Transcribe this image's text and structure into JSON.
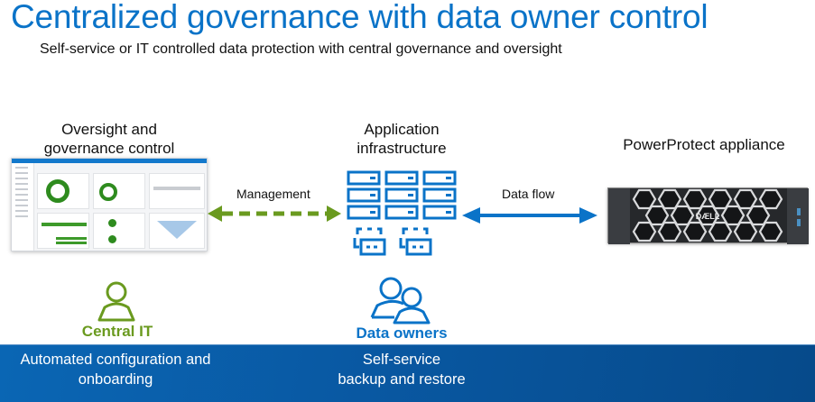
{
  "header": {
    "title": "Centralized governance with data owner control",
    "subtitle": "Self-service or IT controlled data protection with central governance and oversight"
  },
  "columns": {
    "oversight": {
      "line1": "Oversight and",
      "line2": "governance control"
    },
    "application": {
      "line1": "Application",
      "line2": "infrastructure"
    },
    "appliance": {
      "label": "PowerProtect appliance"
    }
  },
  "arrows": {
    "management": {
      "label": "Management",
      "style": "dashed",
      "color": "#6a9a1f"
    },
    "data_flow": {
      "label": "Data flow",
      "style": "solid",
      "color": "#0a73c8"
    }
  },
  "roles": {
    "central_it": {
      "label": "Central IT",
      "color": "#6a9a1f",
      "icon": "person-icon"
    },
    "data_owners": {
      "label": "Data owners",
      "color": "#0a73c8",
      "icon": "people-icon"
    }
  },
  "band": {
    "left": {
      "line1": "Automated configuration and",
      "line2": "onboarding"
    },
    "middle": {
      "line1": "Self-service",
      "line2": "backup and restore"
    }
  },
  "colors": {
    "title_blue": "#0a73c8",
    "green": "#6a9a1f",
    "band_blue": "#0958a2"
  }
}
